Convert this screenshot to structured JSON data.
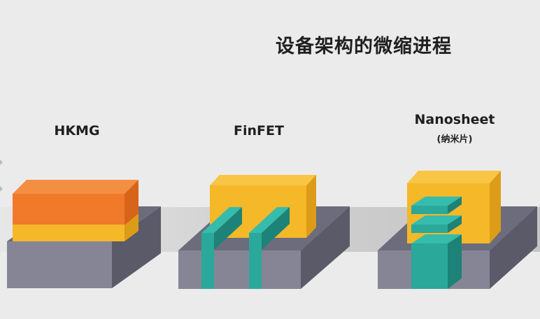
{
  "title": "设备架构的微缩进程",
  "devices": [
    {
      "label": "HKMG",
      "sublabel": ""
    },
    {
      "label": "FinFET",
      "sublabel": ""
    },
    {
      "label": "Nanosheet",
      "sublabel": "(纳米片)"
    }
  ],
  "colors": {
    "background": "#ebebeb",
    "substrate_front": "#858596",
    "substrate_top": "#6c6c7c",
    "substrate_side": "#5a5a68",
    "gate_yellow": "#f4b829",
    "gate_yellow_dark": "#dd9c18",
    "metal_orange": "#f07a2a",
    "channel_teal": "#2aa89a",
    "channel_teal_dark": "#1d8278"
  }
}
